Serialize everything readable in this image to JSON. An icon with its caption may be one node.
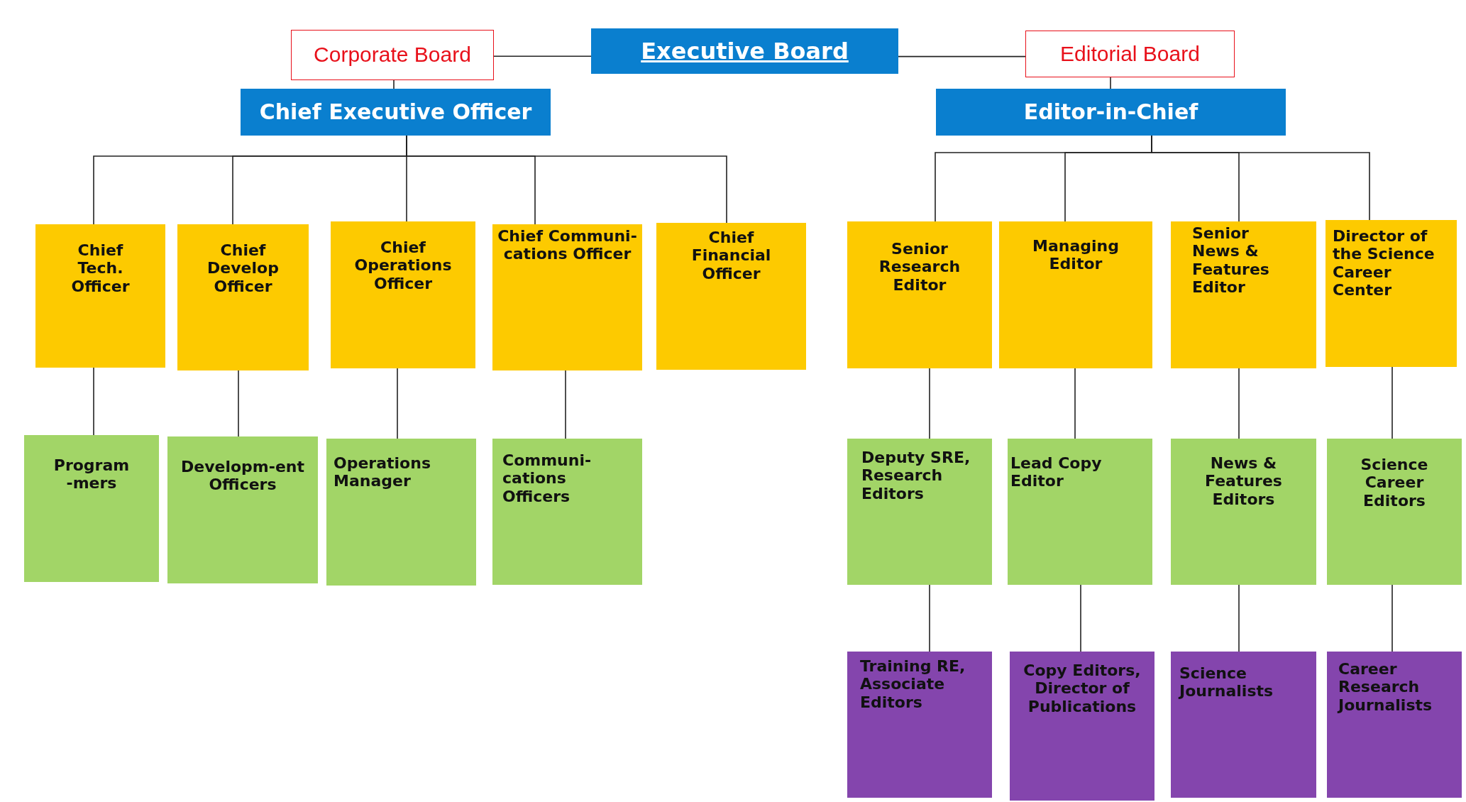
{
  "diagram": {
    "nodes": [
      {
        "text": [
          "Executive Board"
        ]
      },
      {
        "text": [
          "Corporate Board"
        ]
      },
      {
        "text": [
          "Editorial Board"
        ]
      },
      {
        "text": [
          "Chief Executive Officer"
        ]
      },
      {
        "text": [
          "Editor-in-Chief"
        ]
      },
      {
        "text": [
          "Chief Tech. Officer"
        ]
      },
      {
        "text": [
          "Chief Develop Officer"
        ]
      },
      {
        "text": [
          "Chief Operations Officer"
        ]
      },
      {
        "text": [
          "Chief Communi-cations Officer"
        ]
      },
      {
        "text": [
          "Chief Financial Officer"
        ]
      },
      {
        "text": [
          "Senior Research Editor"
        ]
      },
      {
        "text": [
          "Managing Editor"
        ]
      },
      {
        "text": [
          "Senior News & Features Editor"
        ]
      },
      {
        "text": [
          "Director of the Science Career Center"
        ]
      },
      {
        "text": [
          "Program-mers"
        ]
      },
      {
        "text": [
          "Developm-ent Officers"
        ]
      },
      {
        "text": [
          "Operations Manager"
        ]
      },
      {
        "text": [
          "Communi-cations Officers"
        ]
      },
      {
        "text": [
          "Deputy SRE, Research Editors"
        ]
      },
      {
        "text": [
          "Lead Copy Editor"
        ]
      },
      {
        "text": [
          "News & Features Editors"
        ]
      },
      {
        "text": [
          "Science Career Editors"
        ]
      },
      {
        "text": [
          "Training RE, Associate Editors"
        ]
      },
      {
        "text": [
          "Copy Editors, Director of Publications"
        ]
      },
      {
        "text": [
          "Science Journalists"
        ]
      },
      {
        "text": [
          "Career Research Journalists"
        ]
      }
    ],
    "edges": [
      {
        "from": 0,
        "to": 1,
        "arrow": "none"
      },
      {
        "from": 0,
        "to": 2,
        "arrow": "none"
      },
      {
        "from": 1,
        "to": 3,
        "arrow": "none"
      },
      {
        "from": 2,
        "to": 4,
        "arrow": "none"
      },
      {
        "from": 3,
        "to": 5,
        "arrow": "none"
      },
      {
        "from": 3,
        "to": 6,
        "arrow": "none"
      },
      {
        "from": 3,
        "to": 7,
        "arrow": "none"
      },
      {
        "from": 3,
        "to": 8,
        "arrow": "none"
      },
      {
        "from": 3,
        "to": 9,
        "arrow": "none"
      },
      {
        "from": 4,
        "to": 10,
        "arrow": "none"
      },
      {
        "from": 4,
        "to": 11,
        "arrow": "none"
      },
      {
        "from": 4,
        "to": 12,
        "arrow": "none"
      },
      {
        "from": 4,
        "to": 13,
        "arrow": "none"
      },
      {
        "from": 5,
        "to": 14,
        "arrow": "none"
      },
      {
        "from": 6,
        "to": 15,
        "arrow": "none"
      },
      {
        "from": 7,
        "to": 16,
        "arrow": "none"
      },
      {
        "from": 8,
        "to": 17,
        "arrow": "none"
      },
      {
        "from": 10,
        "to": 18,
        "arrow": "none"
      },
      {
        "from": 11,
        "to": 19,
        "arrow": "none"
      },
      {
        "from": 12,
        "to": 20,
        "arrow": "none"
      },
      {
        "from": 13,
        "to": 21,
        "arrow": "none"
      },
      {
        "from": 18,
        "to": 22,
        "arrow": "none"
      },
      {
        "from": 19,
        "to": 23,
        "arrow": "none"
      },
      {
        "from": 20,
        "to": 24,
        "arrow": "none"
      },
      {
        "from": 21,
        "to": 25,
        "arrow": "none"
      }
    ]
  }
}
